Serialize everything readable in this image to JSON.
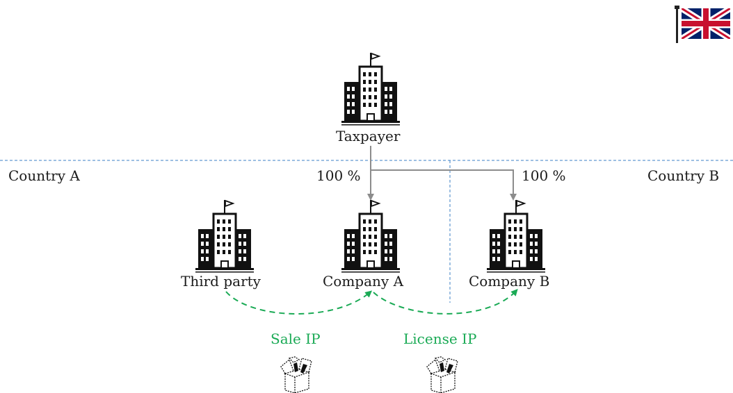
{
  "entities": {
    "taxpayer": "Taxpayer",
    "third_party": "Third party",
    "company_a": "Company A",
    "company_b": "Company B"
  },
  "countries": {
    "left": "Country A",
    "right": "Country B"
  },
  "ownership": {
    "company_a": "100 %",
    "company_b": "100 %"
  },
  "transactions": {
    "sale": "Sale IP",
    "license": "License IP"
  },
  "language_flag": "uk-flag-icon",
  "colors": {
    "border_line": "#3b7fc4",
    "ownership_arrow": "#8c8c8c",
    "transaction": "#1aaa55",
    "building": "#111111"
  }
}
